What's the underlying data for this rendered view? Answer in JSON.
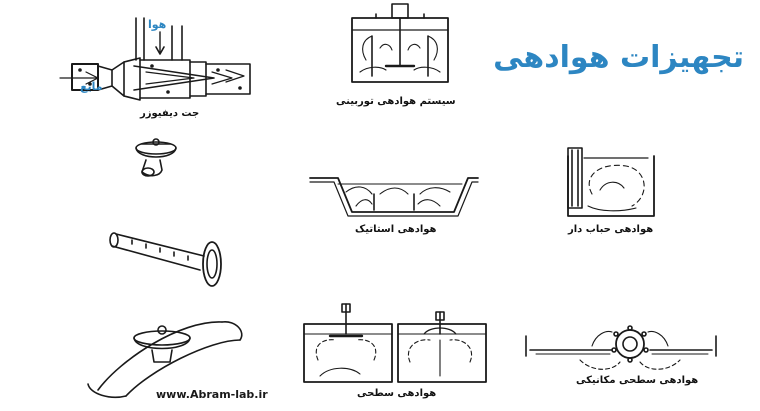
{
  "title": "تجهیزات هوادهی",
  "labels": {
    "air": "هوا",
    "liquid": "مایع",
    "jet_diffuser": "جت دیفیوزر",
    "turbine_system": "سیستم هوادهی توربینی",
    "static": "هوادهی استاتیک",
    "bubble": "هوادهی حباب دار",
    "surface": "هوادهی سطحی",
    "mechanical_surface": "هوادهی سطحی مکانیکی"
  },
  "watermark": "www.Abram-lab.ir",
  "colors": {
    "title": "#2d86c2",
    "line": "#1a1a1a"
  }
}
